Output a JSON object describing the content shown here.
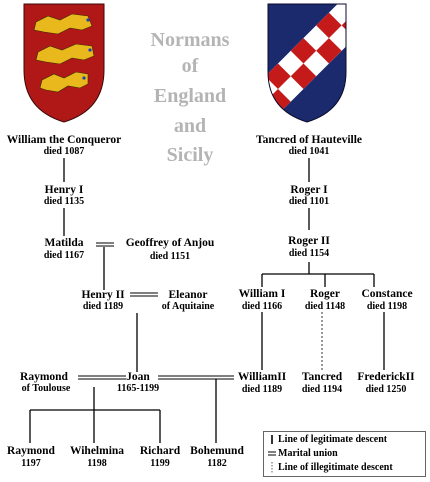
{
  "title": [
    "Normans",
    "of",
    "England",
    "and",
    "Sicily"
  ],
  "people": {
    "william_conqueror": {
      "name": "William the Conqueror",
      "dates": "died 1087"
    },
    "henry1": {
      "name": "Henry I",
      "dates": "died 1135"
    },
    "matilda": {
      "name": "Matilda",
      "dates": "died 1167"
    },
    "geoffrey": {
      "name": "Geoffrey of Anjou",
      "dates": "died 1151"
    },
    "henry2": {
      "name": "Henry II",
      "dates": "died 1189"
    },
    "eleanor": {
      "name": "Eleanor",
      "sub": "of Aquitaine"
    },
    "raymond_toulouse": {
      "name": "Raymond",
      "sub": "of Toulouse"
    },
    "joan": {
      "name": "Joan",
      "dates": "1165-1199"
    },
    "william2": {
      "name": "WilliamII",
      "dates": "died 1189"
    },
    "raymond": {
      "name": "Raymond",
      "dates": "1197"
    },
    "wihelmina": {
      "name": "Wihelmina",
      "dates": "1198"
    },
    "richard": {
      "name": "Richard",
      "dates": "1199"
    },
    "bohemund": {
      "name": "Bohemund",
      "dates": "1182"
    },
    "tancred_hauteville": {
      "name": "Tancred of Hauteville",
      "dates": "died 1041"
    },
    "roger1": {
      "name": "Roger I",
      "dates": "died 1101"
    },
    "roger2": {
      "name": "Roger II",
      "dates": "died 1154"
    },
    "william1": {
      "name": "William I",
      "dates": "died 1166"
    },
    "roger_b": {
      "name": "Roger",
      "dates": "died 1148"
    },
    "constance": {
      "name": "Constance",
      "dates": "died 1198"
    },
    "tancred": {
      "name": "Tancred",
      "dates": "died 1194"
    },
    "frederick2": {
      "name": "FrederickII",
      "dates": "died 1250"
    }
  },
  "legend": [
    {
      "symbol": "solid-line",
      "label": "Line of legitimate descent"
    },
    {
      "symbol": "double-line",
      "label": "Marital union"
    },
    {
      "symbol": "dotted-line",
      "label": "Line of illegitimate descent"
    }
  ],
  "colors": {
    "england_red": "#b01818",
    "england_gold": "#e8b81c",
    "hauteville_blue": "#1a2a6c",
    "hauteville_red": "#c41a1a",
    "title_gray": "#b4b4b4"
  }
}
